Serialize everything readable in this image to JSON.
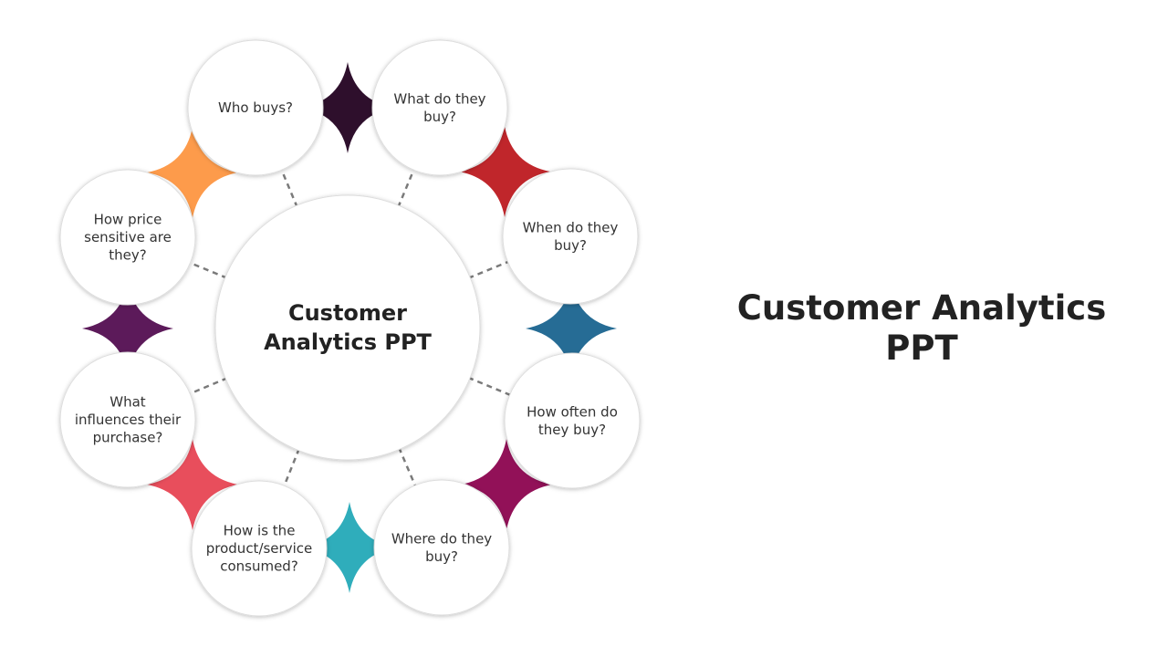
{
  "slide": {
    "title": "Customer Analytics PPT"
  },
  "hub": {
    "lines": [
      "Customer",
      "Analytics PPT"
    ]
  },
  "nodes": [
    {
      "lines": [
        "Who buys?"
      ]
    },
    {
      "lines": [
        "What do they",
        "buy?"
      ]
    },
    {
      "lines": [
        "When do they",
        "buy?"
      ]
    },
    {
      "lines": [
        "How often do",
        "they buy?"
      ]
    },
    {
      "lines": [
        "Where do they",
        "buy?"
      ]
    },
    {
      "lines": [
        "How is the",
        "product/service",
        "consumed?"
      ]
    },
    {
      "lines": [
        "What",
        "influences their",
        "purchase?"
      ]
    },
    {
      "lines": [
        "How price",
        "sensitive are",
        "they?"
      ]
    }
  ],
  "colors": {
    "accent_dark_purple": "#2e0f2c",
    "accent_red": "#c0262b",
    "accent_blue": "#266c95",
    "accent_magenta": "#921158",
    "accent_teal": "#2fadbb",
    "accent_coral": "#e84e5c",
    "accent_purple": "#5c1a5a",
    "accent_orange": "#fd9b4b"
  }
}
